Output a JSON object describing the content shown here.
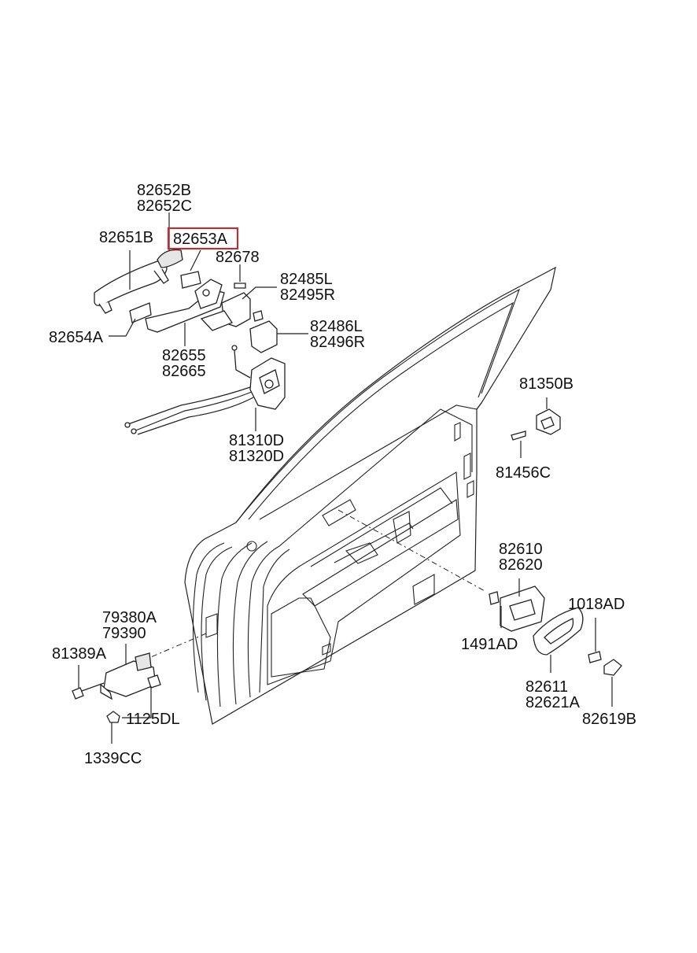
{
  "highlight_color": "#e02020",
  "labels": {
    "l82652": "82652B",
    "l82652c": "82652C",
    "l82651b": "82651B",
    "l82653a": "82653A",
    "l82678": "82678",
    "l82485l": "82485L",
    "l82495r": "82495R",
    "l82486l": "82486L",
    "l82496r": "82496R",
    "l82654a": "82654A",
    "l82655": "82655",
    "l82665": "82665",
    "l81350b": "81350B",
    "l81456c": "81456C",
    "l81310d": "81310D",
    "l81320d": "81320D",
    "l82610": "82610",
    "l82620": "82620",
    "l1018ad": "1018AD",
    "l1491ad": "1491AD",
    "l82611": "82611",
    "l82621a": "82621A",
    "l82619b": "82619B",
    "l79380a": "79380A",
    "l79390": "79390",
    "l81389a": "81389A",
    "l1125dl": "1125DL",
    "l1339cc": "1339CC"
  }
}
